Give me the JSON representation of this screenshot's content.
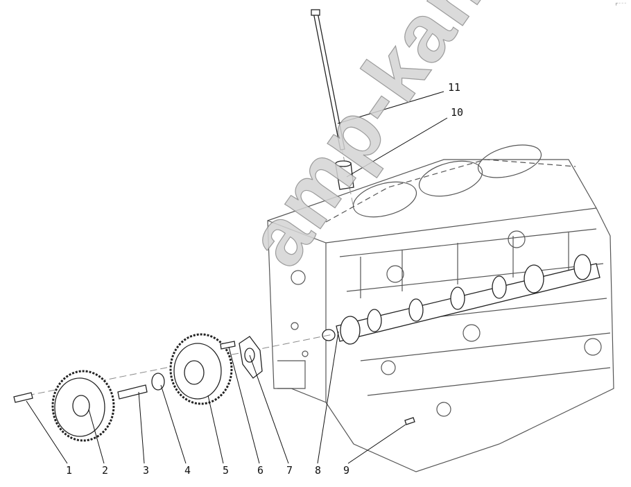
{
  "diagram": {
    "callouts": [
      "1",
      "2",
      "3",
      "4",
      "5",
      "6",
      "7",
      "8",
      "9",
      "10",
      "11"
    ],
    "watermark": "amp-kam.ru",
    "corner_mark": "r⁻⁻⁻"
  }
}
